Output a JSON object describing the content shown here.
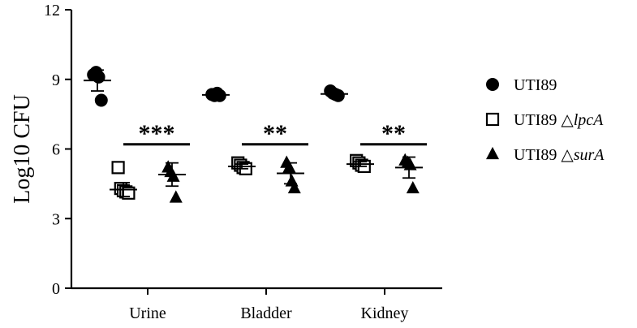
{
  "chart_data": {
    "type": "scatter",
    "ylabel": "Log10 CFU",
    "xlabel": "",
    "ylim": [
      0,
      12
    ],
    "yticks": [
      "0",
      "3",
      "6",
      "9",
      "12"
    ],
    "categories": [
      "Urine",
      "Bladder",
      "Kidney"
    ],
    "series": [
      {
        "name": "UTI89",
        "marker": "circle",
        "points": {
          "Urine": [
            9.2,
            9.3,
            9.1,
            8.1
          ],
          "Bladder": [
            8.35,
            8.3,
            8.4,
            8.3
          ],
          "Kidney": [
            8.5,
            8.4,
            8.35,
            8.3
          ]
        },
        "mean": {
          "Urine": 8.95,
          "Bladder": 8.33,
          "Kidney": 8.37
        },
        "sem": {
          "Urine": 0.45,
          "Bladder": 0.05,
          "Kidney": 0.05
        }
      },
      {
        "name": "UTI89 △lpcA",
        "name_prefix": "UTI89 △",
        "name_italic": "lpcA",
        "marker": "square-open",
        "points": {
          "Urine": [
            5.2,
            4.3,
            4.2,
            4.15,
            4.1
          ],
          "Bladder": [
            5.4,
            5.3,
            5.2,
            5.15
          ],
          "Kidney": [
            5.5,
            5.4,
            5.3,
            5.25
          ]
        },
        "mean": {
          "Urine": 4.25,
          "Bladder": 5.25,
          "Kidney": 5.35
        },
        "sem": {
          "Urine": 0.3,
          "Bladder": 0.1,
          "Kidney": 0.1
        }
      },
      {
        "name": "UTI89 △surA",
        "name_prefix": "UTI89 △",
        "name_italic": "surA",
        "marker": "triangle",
        "points": {
          "Urine": [
            5.2,
            5.0,
            4.8,
            3.9
          ],
          "Bladder": [
            5.4,
            5.2,
            4.6,
            4.3
          ],
          "Kidney": [
            5.5,
            5.4,
            5.3,
            4.3
          ]
        },
        "mean": {
          "Urine": 4.9,
          "Bladder": 4.95,
          "Kidney": 5.2
        },
        "sem": {
          "Urine": 0.5,
          "Bladder": 0.45,
          "Kidney": 0.45
        }
      }
    ],
    "annotations": [
      {
        "category": "Urine",
        "text": "***",
        "y": 6.2
      },
      {
        "category": "Bladder",
        "text": "**",
        "y": 6.2
      },
      {
        "category": "Kidney",
        "text": "**",
        "y": 6.2
      }
    ],
    "legend": "right",
    "grid": false
  }
}
